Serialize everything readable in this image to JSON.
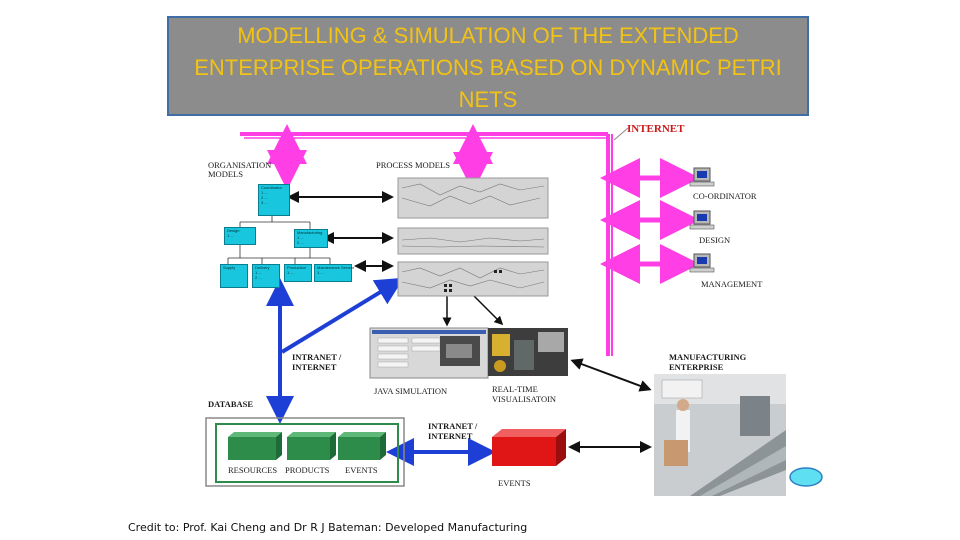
{
  "title": {
    "line1": "MODELLING & SIMULATION OF THE EXTENDED",
    "line2": "ENTERPRISE OPERATIONS BASED ON DYNAMIC PETRI",
    "line3": "NETS"
  },
  "labels": {
    "internet": "INTERNET",
    "organisation_models_1": "ORGANISATION",
    "organisation_models_2": "MODELS",
    "process_models": "PROCESS MODELS",
    "coordinator": "CO-ORDINATOR",
    "design": "DESIGN",
    "management": "MANAGEMENT",
    "intranet_internet_left_1": "INTRANET /",
    "intranet_internet_left_2": "INTERNET",
    "java_simulation": "JAVA SIMULATION",
    "real_time_vis_1": "REAL-TIME",
    "real_time_vis_2": "VISUALISATOIN",
    "manufacturing_enterprise_1": "MANUFACTURING",
    "manufacturing_enterprise_2": "ENTERPRISE",
    "database": "DATABASE",
    "intranet_internet_mid_1": "INTRANET /",
    "intranet_internet_mid_2": "INTERNET",
    "resources": "RESOURCES",
    "products": "PRODUCTS",
    "events_db": "EVENTS",
    "events": "EVENTS"
  },
  "org_boxes": {
    "coordinator": {
      "name": "Coordinator",
      "items": [
        "1 ...",
        "2 ...",
        "3 ..."
      ]
    },
    "design": {
      "name": "Design",
      "items": [
        "1 ..."
      ]
    },
    "manufacturing": {
      "name": "Manufacturing",
      "items": [
        "1 ...",
        "2 ..."
      ]
    },
    "supply": {
      "name": "Supply",
      "items": []
    },
    "delivery": {
      "name": "Delivery",
      "items": [
        "1 ...",
        "2 ..."
      ]
    },
    "production": {
      "name": "Production",
      "items": [
        "1 ..."
      ]
    },
    "maintenance": {
      "name": "Maintenance Service",
      "items": [
        "1 ..."
      ]
    }
  },
  "credit": "Credit to: Prof. Kai Cheng and Dr R J Bateman: Developed Manufacturing",
  "colors": {
    "title_bg": "#8c8c8c",
    "title_text": "#f2c214",
    "magenta_arrow": "#ff3ee6",
    "blue_arrow": "#1e3fd6",
    "org_box": "#18c6dd",
    "db_green": "#2d8c4a",
    "events_red": "#e01515"
  },
  "icons": [
    "computer-icon",
    "database-block-icon",
    "photo-thumbnail"
  ]
}
